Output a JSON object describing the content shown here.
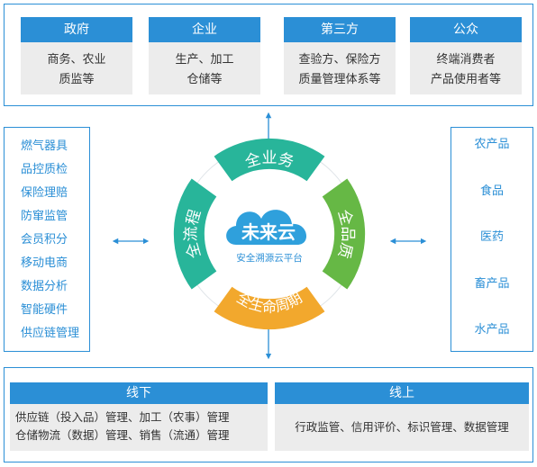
{
  "top_groups": [
    {
      "title": "政府",
      "lines": [
        "商务、农业",
        "质监等"
      ]
    },
    {
      "title": "企业",
      "lines": [
        "生产、加工",
        "仓储等"
      ]
    },
    {
      "title": "第三方",
      "lines": [
        "查验方、保险方",
        "质量管理体系等"
      ]
    },
    {
      "title": "公众",
      "lines": [
        "终端消费者",
        "产品使用者等"
      ]
    }
  ],
  "left_services": [
    "燃气器具",
    "品控质检",
    "保险理赔",
    "防窜监管",
    "会员积分",
    "移动电商",
    "数据分析",
    "智能硬件",
    "供应链管理"
  ],
  "right_products": [
    "农产品",
    "食品",
    "医药",
    "畜产品",
    "水产品"
  ],
  "center": {
    "logo": "未来云",
    "subtitle": "安全溯源云平台",
    "segments": {
      "top": "全业务",
      "right": "全品质",
      "bottom": "全生命周期",
      "left": "全流程"
    },
    "colors": {
      "primary": "#2b8fd6",
      "teal": "#28b59a",
      "green": "#66b845",
      "orange": "#f2a82d",
      "cloud": "#2fa0dc"
    }
  },
  "bottom_groups": {
    "offline": {
      "title": "线下",
      "lines": [
        "供应链（投入品）管理、加工（农事）管理",
        "仓储物流（数据）管理、销售（流通）管理"
      ]
    },
    "online": {
      "title": "线上",
      "text": "行政监管、信用评价、标识管理、数据管理"
    }
  }
}
